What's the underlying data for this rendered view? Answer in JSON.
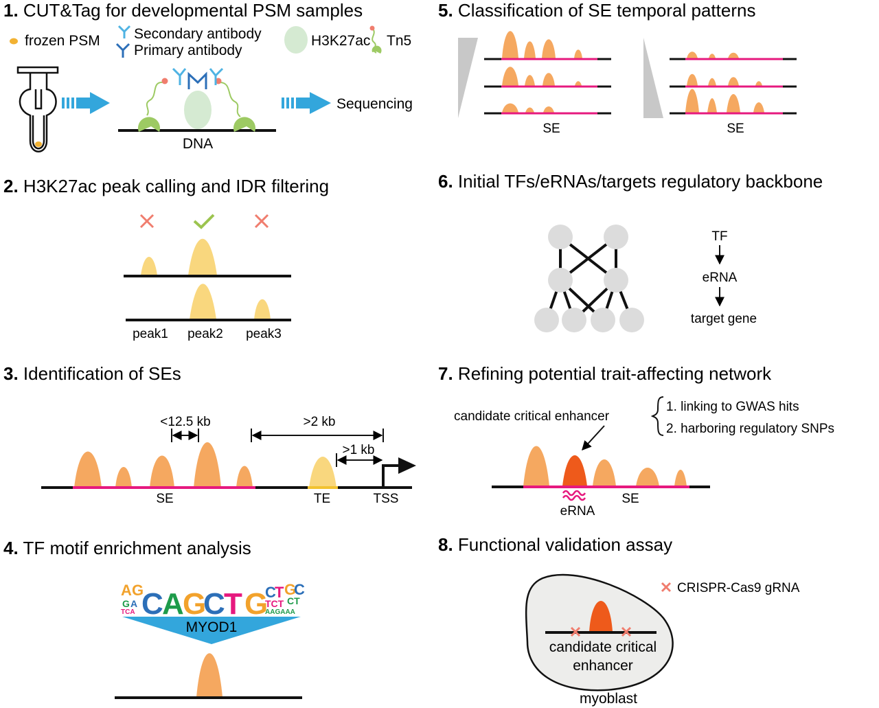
{
  "panel1": {
    "num": "1.",
    "title": "CUT&Tag for developmental PSM samples",
    "legend_frozen": "frozen PSM",
    "legend_secondary": "Secondary antibody",
    "legend_primary": "Primary antibody",
    "legend_h3k27ac": "H3K27ac",
    "legend_tn5": "Tn5",
    "dna": "DNA",
    "sequencing": "Sequencing"
  },
  "panel2": {
    "num": "2.",
    "title": "H3K27ac peak calling and IDR filtering",
    "peaks": [
      "peak1",
      "peak2",
      "peak3"
    ]
  },
  "panel3": {
    "num": "3.",
    "title": "Identification of SEs",
    "gap": "<12.5 kb",
    "dist_far": ">2 kb",
    "dist_near": ">1 kb",
    "se": "SE",
    "te": "TE",
    "tss": "TSS"
  },
  "panel4": {
    "num": "4.",
    "title": "TF motif enrichment analysis",
    "motif": "MYOD1",
    "logo_top": [
      "A",
      "G",
      "C",
      "A",
      "G",
      "C",
      "T",
      "G",
      "C",
      "T",
      "G",
      "C"
    ]
  },
  "panel5": {
    "num": "5.",
    "title": "Classification of SE temporal patterns",
    "se_left": "SE",
    "se_right": "SE"
  },
  "panel6": {
    "num": "6.",
    "title": "Initial TFs/eRNAs/targets  regulatory backbone",
    "tf": "TF",
    "erna": "eRNA",
    "target": "target gene"
  },
  "panel7": {
    "num": "7.",
    "title": "Refining potential trait-affecting network",
    "candidate": "candidate critical enhancer",
    "item1": "1. linking to GWAS hits",
    "item2": "2. harboring regulatory SNPs",
    "erna": "eRNA",
    "se": "SE"
  },
  "panel8": {
    "num": "8.",
    "title": "Functional validation assay",
    "legend": "CRISPR-Cas9 gRNA",
    "cand1": "candidate critical",
    "cand2": "enhancer",
    "cell": "myoblast"
  },
  "colors": {
    "orange_peak": "#F5A860",
    "yellow_peak": "#F9D77E",
    "dark_orange": "#EE5A1B",
    "magenta": "#E6197E",
    "blue_arrow": "#33A6DC",
    "antibody_blue": "#2C8ACB",
    "green_tn5": "#9DCA63",
    "h3k27ac": "#D5EAD2",
    "node_gray": "#DCDCDC",
    "red_x": "#F07D6E",
    "check_green": "#9CC44F",
    "cell_fill": "#EDEDEB",
    "tri_gray": "#C8C8C8"
  }
}
